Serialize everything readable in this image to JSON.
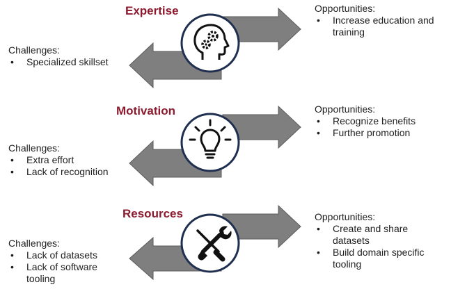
{
  "rows": [
    {
      "title": "Expertise",
      "icon": "head-gears-icon",
      "challenges": {
        "label": "Challenges:",
        "items": [
          "Specialized skillset"
        ]
      },
      "opportunities": {
        "label": "Opportunities:",
        "items": [
          "Increase education and training"
        ]
      }
    },
    {
      "title": "Motivation",
      "icon": "lightbulb-icon",
      "challenges": {
        "label": "Challenges:",
        "items": [
          "Extra effort",
          "Lack of recognition"
        ]
      },
      "opportunities": {
        "label": "Opportunities:",
        "items": [
          "Recognize benefits",
          "Further promotion"
        ]
      }
    },
    {
      "title": "Resources",
      "icon": "wrench-screwdriver-icon",
      "challenges": {
        "label": "Challenges:",
        "items": [
          "Lack of datasets",
          "Lack of software tooling"
        ]
      },
      "opportunities": {
        "label": "Opportunities:",
        "items": [
          "Create and share datasets",
          "Build domain specific tooling"
        ]
      }
    }
  ],
  "colors": {
    "title": "#8b1a2e",
    "arrow": "#7f7f7f",
    "arrow_stroke": "#5a5a5a",
    "circle_stroke": "#1f2f4f"
  }
}
